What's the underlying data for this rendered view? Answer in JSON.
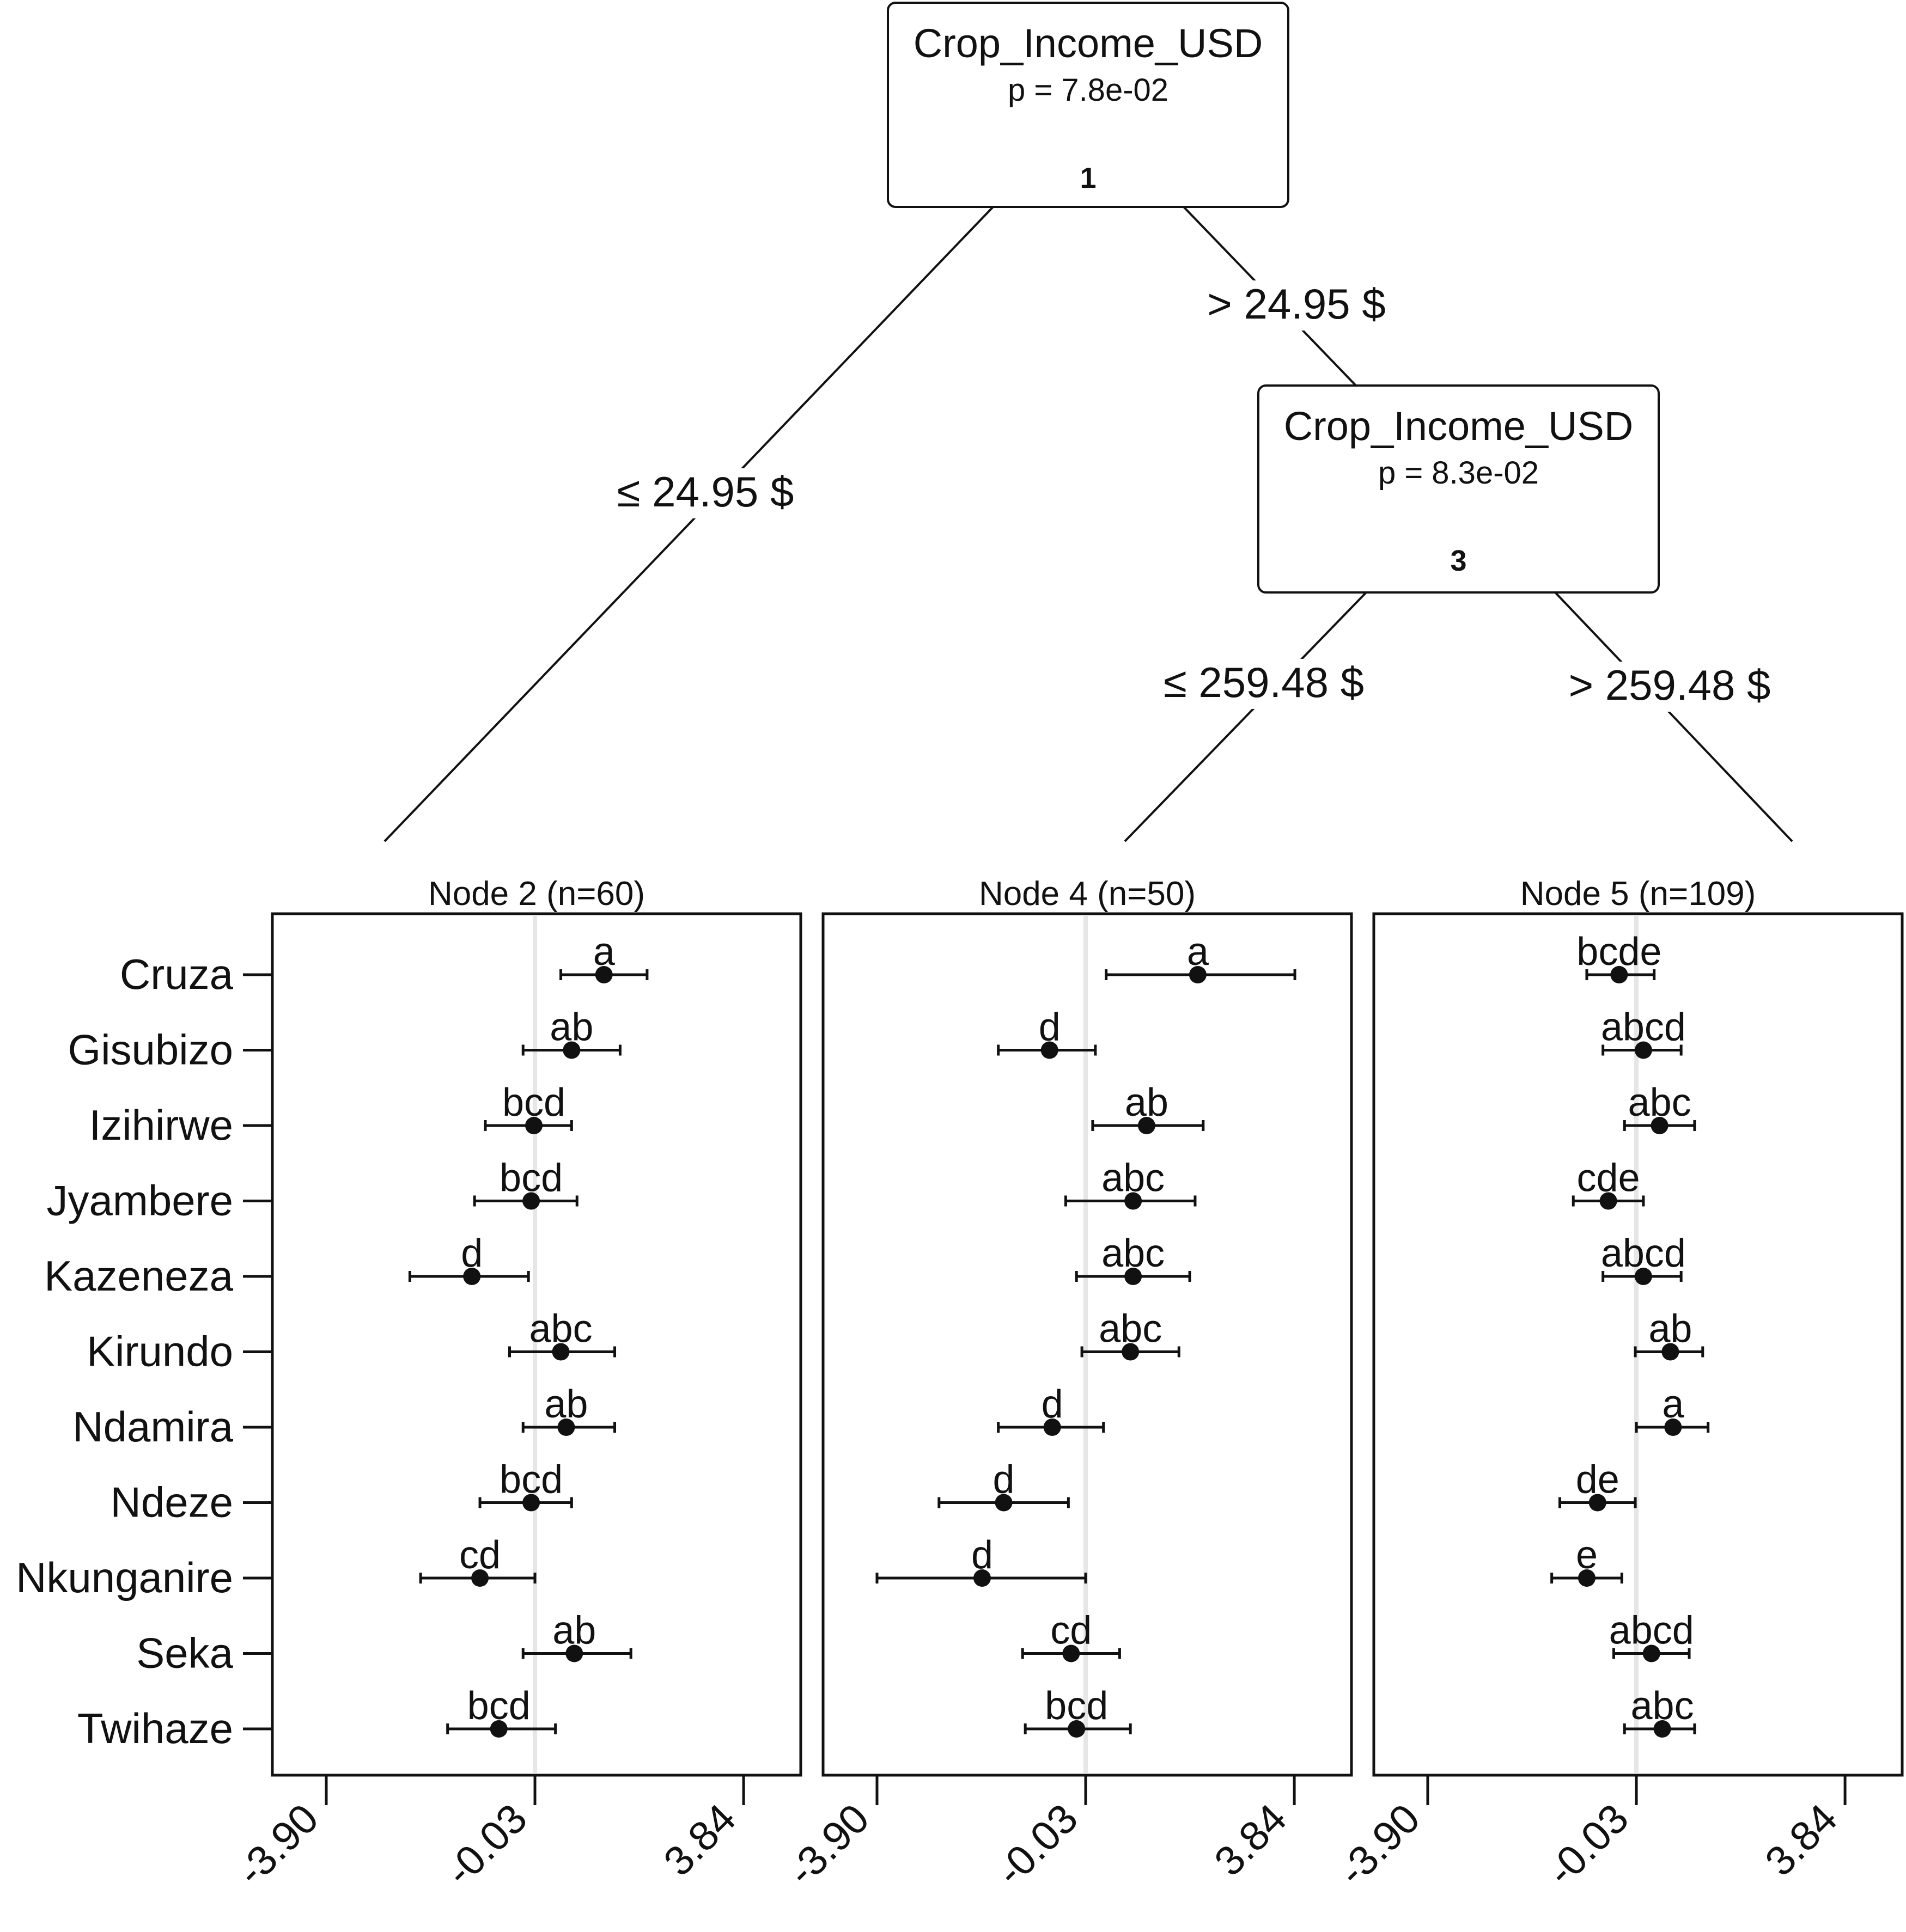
{
  "chart_data": {
    "type": "tree-forest",
    "colors": {
      "ink": "#111111",
      "zero_line": "#e6e6e6",
      "background": "#ffffff"
    },
    "split_nodes": [
      {
        "id": "1",
        "variable": "Crop_Income_USD",
        "p_label": "p = 7.8e-02",
        "left_label": "≤ 24.95 $",
        "right_label": "> 24.95 $"
      },
      {
        "id": "3",
        "variable": "Crop_Income_USD",
        "p_label": "p = 8.3e-02",
        "left_label": "≤ 259.48 $",
        "right_label": "> 259.48 $"
      }
    ],
    "categories": [
      "Cruza",
      "Gisubizo",
      "Izihirwe",
      "Jyambere",
      "Kazeneza",
      "Kirundo",
      "Ndamira",
      "Ndeze",
      "Nkunganire",
      "Seka",
      "Twihaze"
    ],
    "x_ticks": [
      -3.9,
      -0.03,
      3.84
    ],
    "x_tick_labels": [
      "-3.90",
      "-0.03",
      "3.84"
    ],
    "xlim": [
      -4.9,
      4.9
    ],
    "reference_x": -0.03,
    "panels": [
      {
        "title": "Node 2 (n=60)",
        "estimates": [
          1.25,
          0.65,
          -0.05,
          -0.1,
          -1.2,
          0.45,
          0.55,
          -0.1,
          -1.05,
          0.7,
          -0.7
        ],
        "lower": [
          0.45,
          -0.25,
          -0.95,
          -1.15,
          -2.35,
          -0.5,
          -0.25,
          -1.05,
          -2.15,
          -0.25,
          -1.65
        ],
        "upper": [
          2.05,
          1.55,
          0.65,
          0.75,
          -0.15,
          1.45,
          1.45,
          0.65,
          -0.03,
          1.75,
          0.35
        ],
        "letters": [
          "a",
          "ab",
          "bcd",
          "bcd",
          "d",
          "abc",
          "ab",
          "bcd",
          "cd",
          "ab",
          "bcd"
        ]
      },
      {
        "title": "Node 4 (n=50)",
        "estimates": [
          2.05,
          -0.7,
          1.1,
          0.85,
          0.85,
          0.8,
          -0.65,
          -1.55,
          -1.95,
          -0.3,
          -0.2
        ],
        "lower": [
          0.35,
          -1.65,
          0.1,
          -0.4,
          -0.2,
          -0.1,
          -1.65,
          -2.75,
          -3.9,
          -1.2,
          -1.15
        ],
        "upper": [
          3.85,
          0.15,
          2.15,
          2.0,
          1.9,
          1.7,
          0.3,
          -0.35,
          -0.03,
          0.6,
          0.8
        ],
        "letters": [
          "a",
          "d",
          "ab",
          "abc",
          "abc",
          "abc",
          "d",
          "d",
          "d",
          "cd",
          "bcd"
        ]
      },
      {
        "title": "Node 5 (n=109)",
        "estimates": [
          -0.35,
          0.1,
          0.4,
          -0.55,
          0.1,
          0.6,
          0.65,
          -0.75,
          -0.95,
          0.25,
          0.45
        ],
        "lower": [
          -0.95,
          -0.65,
          -0.25,
          -1.2,
          -0.65,
          -0.05,
          -0.03,
          -1.45,
          -1.6,
          -0.45,
          -0.25
        ],
        "upper": [
          0.3,
          0.8,
          1.05,
          0.1,
          0.8,
          1.2,
          1.3,
          -0.05,
          -0.3,
          0.95,
          1.05
        ],
        "letters": [
          "bcde",
          "abcd",
          "abc",
          "cde",
          "abcd",
          "ab",
          "a",
          "de",
          "e",
          "abcd",
          "abc"
        ]
      }
    ]
  }
}
